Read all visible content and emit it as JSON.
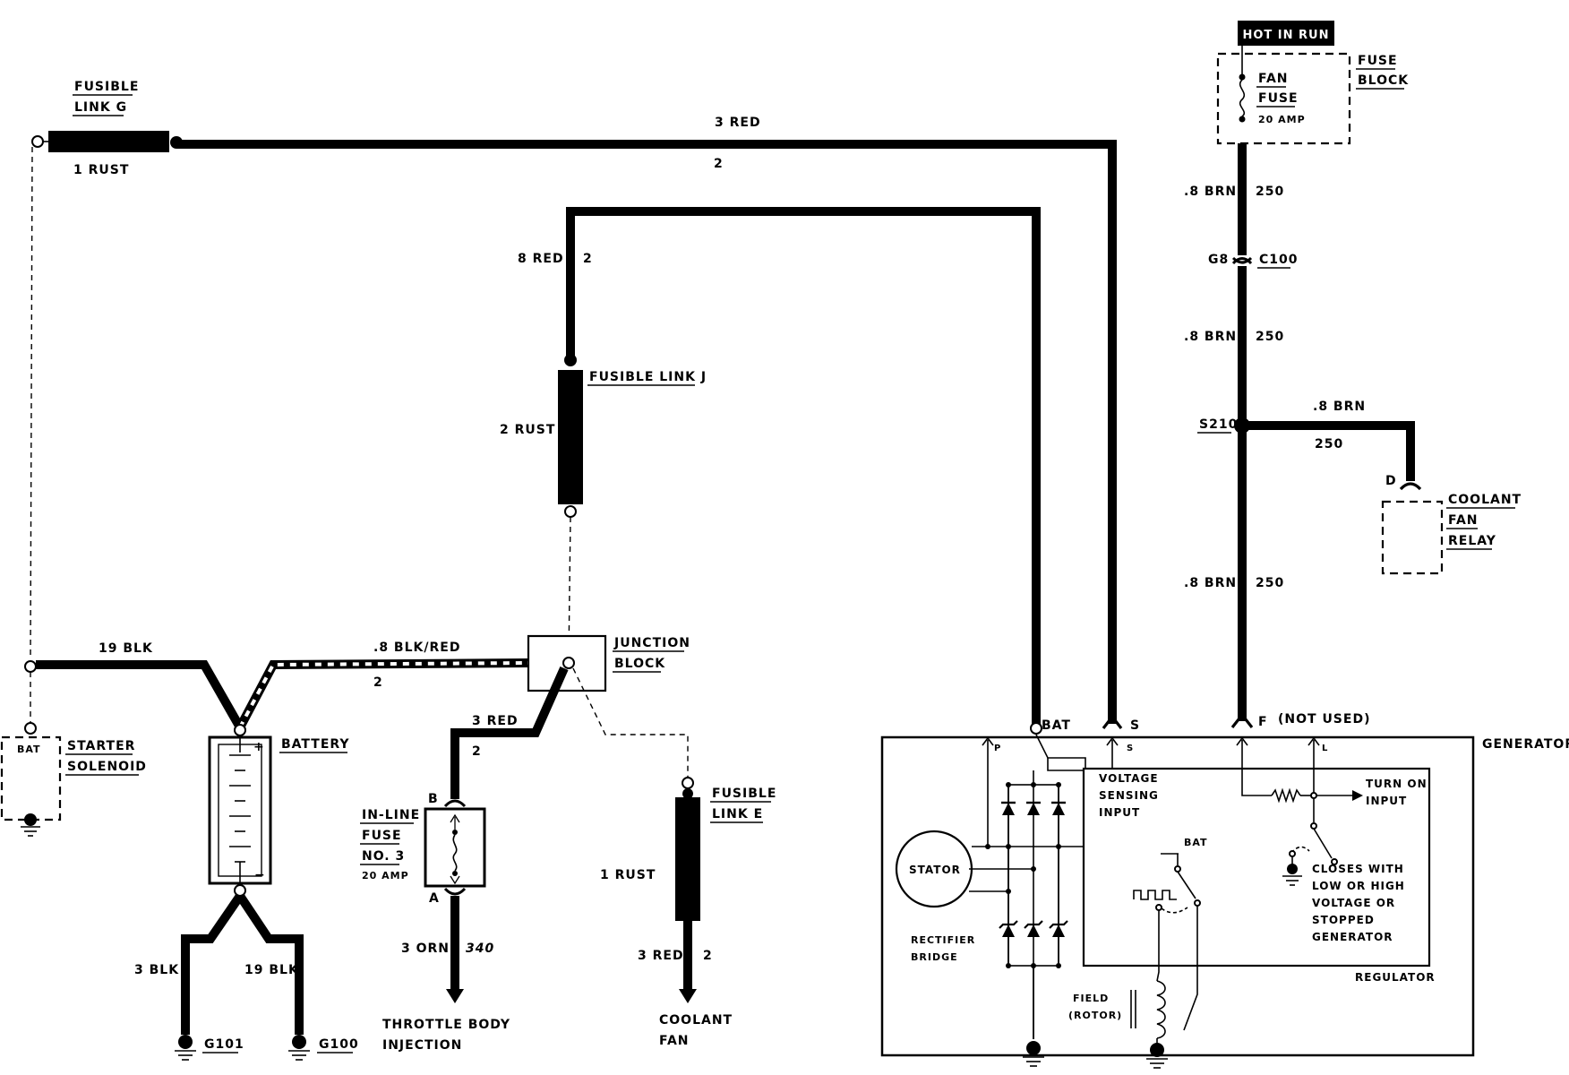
{
  "labels": {
    "hot_in_run": "HOT IN RUN",
    "fuse_block_1": "FUSE",
    "fuse_block_2": "BLOCK",
    "fan_fuse_1": "FAN",
    "fan_fuse_2": "FUSE",
    "fan_fuse_amp": "20 AMP",
    "fusible_link_g_1": "FUSIBLE",
    "fusible_link_g_2": "LINK G",
    "wire_1_rust": "1 RUST",
    "wire_3_red_top": "3 RED",
    "wire_2_top": "2",
    "wire_8_red": "8 RED",
    "wire_2_mid": "2",
    "fusible_link_j": "FUSIBLE LINK J",
    "wire_2_rust": "2 RUST",
    "wire_8brn_1": ".8 BRN",
    "wire_250_1": "250",
    "g8": "G8",
    "c100": "C100",
    "wire_8brn_2": ".8 BRN",
    "wire_250_2": "250",
    "s210": "S210",
    "wire_8brn_3": ".8 BRN",
    "wire_250_3": "250",
    "relay_pin_d": "D",
    "coolant_fan_relay_1": "COOLANT",
    "coolant_fan_relay_2": "FAN",
    "coolant_fan_relay_3": "RELAY",
    "wire_8brn_4": ".8 BRN",
    "wire_250_4": "250",
    "wire_19_blk": "19 BLK",
    "wire_8_blk_red": ".8 BLK/RED",
    "wire_2_blkred": "2",
    "junction_block_1": "JUNCTION",
    "junction_block_2": "BLOCK",
    "wire_3_red_mid": "3 RED",
    "wire_2_mid2": "2",
    "solenoid_bat": "BAT",
    "starter_solenoid_1": "STARTER",
    "starter_solenoid_2": "SOLENOID",
    "battery": "BATTERY",
    "battery_plus": "+",
    "battery_minus": "−",
    "inline_fuse_1": "IN-LINE",
    "inline_fuse_2": "FUSE",
    "inline_fuse_3": "NO. 3",
    "inline_fuse_amp": "20 AMP",
    "pin_b": "B",
    "pin_a": "A",
    "wire_3_orn": "3 ORN",
    "wire_340": "340",
    "throttle_1": "THROTTLE BODY",
    "throttle_2": "INJECTION",
    "fusible_link_e_1": "FUSIBLE",
    "fusible_link_e_2": "LINK E",
    "wire_1_rust_e": "1 RUST",
    "wire_3_red_e": "3 RED",
    "wire_2_e": "2",
    "coolant_fan_1": "COOLANT",
    "coolant_fan_2": "FAN",
    "wire_3_blk": "3 BLK",
    "wire_19_blk_2": "19 BLK",
    "g101": "G101",
    "g100": "G100",
    "gen_bat": "BAT",
    "gen_s": "S",
    "gen_f": "F",
    "not_used": "(NOT USED)",
    "generator": "GENERATOR",
    "p": "P",
    "s_inner": "S",
    "l": "L",
    "voltage_1": "VOLTAGE",
    "voltage_2": "SENSING",
    "voltage_3": "INPUT",
    "turn_on_1": "TURN ON",
    "turn_on_2": "INPUT",
    "stator": "STATOR",
    "reg_bat": "BAT",
    "closes_1": "CLOSES WITH",
    "closes_2": "LOW OR HIGH",
    "closes_3": "VOLTAGE OR",
    "closes_4": "STOPPED",
    "closes_5": "GENERATOR",
    "rectifier_1": "RECTIFIER",
    "rectifier_2": "BRIDGE",
    "regulator": "REGULATOR",
    "field_1": "FIELD",
    "field_2": "(ROTOR)"
  }
}
